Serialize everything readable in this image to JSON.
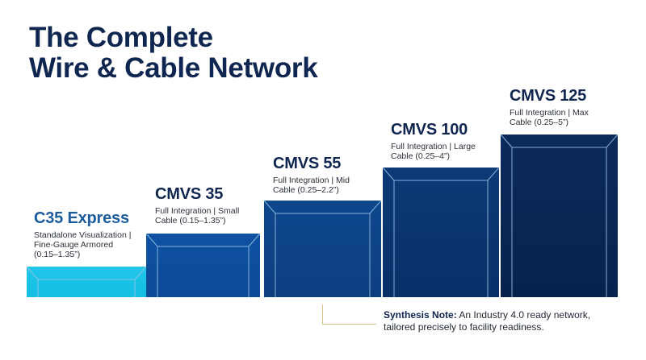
{
  "title": {
    "line1": "The Complete",
    "line2": "Wire & Cable Network"
  },
  "tiers": [
    {
      "name": "C35 Express",
      "desc": [
        "Standalone Visualization |",
        "Fine-Gauge Armored",
        "(0.15–1.35”)"
      ],
      "color": "#1ec3e6",
      "level": 1
    },
    {
      "name": "CMVS 35",
      "desc": [
        "Full Integration | Small",
        "Cable (0.15–1.35”)"
      ],
      "color": "#0d4f9e",
      "level": 2
    },
    {
      "name": "CMVS 55",
      "desc": [
        "Full Integration | Mid",
        "Cable (0.25–2.2”)"
      ],
      "color": "#0d4487",
      "level": 3
    },
    {
      "name": "CMVS 100",
      "desc": [
        "Full Integration | Large",
        "Cable (0.25–4”)"
      ],
      "color": "#0b3570",
      "level": 4
    },
    {
      "name": "CMVS 125",
      "desc": [
        "Full Integration | Max",
        "Cable (0.25–5”)"
      ],
      "color": "#0a2554",
      "level": 5
    }
  ],
  "note": {
    "label": "Synthesis Note:",
    "line1": "An Industry 4.0 ready network,",
    "line2": "tailored precisely to facility readiness."
  },
  "colors": {
    "title": "#0f2650",
    "bracket": "#d6c08a",
    "bevel": "#9cc4e6"
  }
}
